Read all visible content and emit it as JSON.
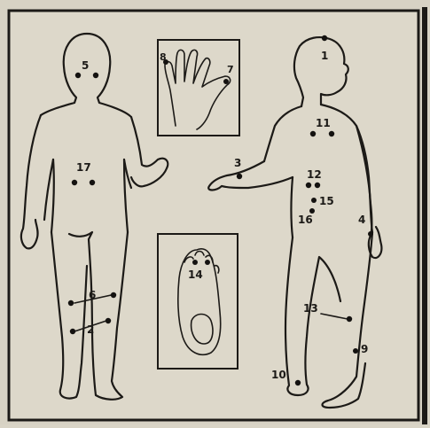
{
  "points": [
    {
      "id": "point-1",
      "label": "1"
    },
    {
      "id": "point-2",
      "label": "2"
    },
    {
      "id": "point-3",
      "label": "3"
    },
    {
      "id": "point-4",
      "label": "4"
    },
    {
      "id": "point-5",
      "label": "5"
    },
    {
      "id": "point-6",
      "label": "6"
    },
    {
      "id": "point-7",
      "label": "7"
    },
    {
      "id": "point-8",
      "label": "8"
    },
    {
      "id": "point-9",
      "label": "9"
    },
    {
      "id": "point-10",
      "label": "10"
    },
    {
      "id": "point-11",
      "label": "11"
    },
    {
      "id": "point-12",
      "label": "12"
    },
    {
      "id": "point-13",
      "label": "13"
    },
    {
      "id": "point-14",
      "label": "14"
    },
    {
      "id": "point-15",
      "label": "15"
    },
    {
      "id": "point-16",
      "label": "16"
    },
    {
      "id": "point-17",
      "label": "17"
    }
  ]
}
